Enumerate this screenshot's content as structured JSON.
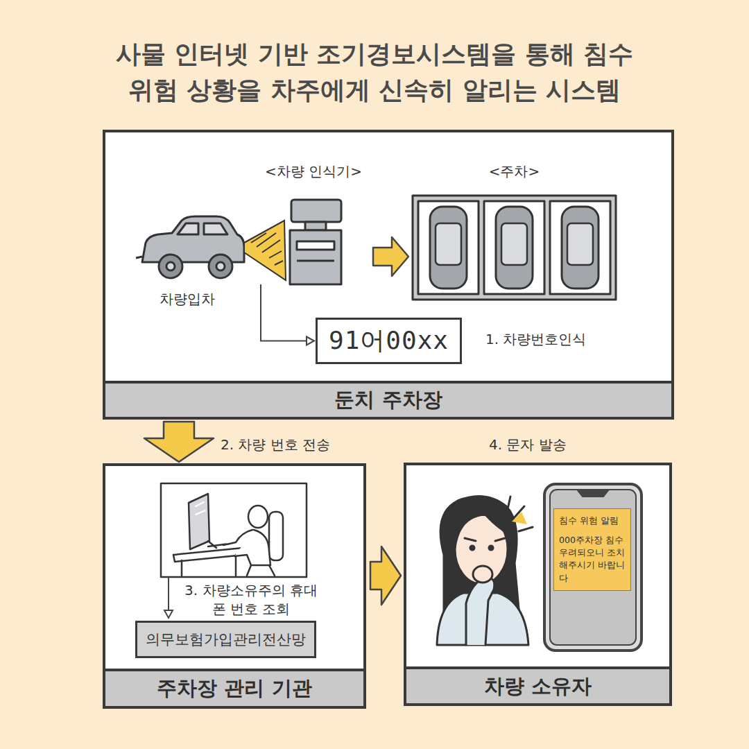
{
  "diagram": {
    "title": "사물 인터넷 기반 조기경보시스템을 통해 침수위험 상황을 차주에게 신속히 알리는 시스템",
    "nodes": [
      {
        "text": [
          "둔치 주차장"
        ]
      },
      {
        "text": [
          "<차량 인식기>"
        ],
        "in": 0
      },
      {
        "text": [
          "<주차>"
        ],
        "in": 0
      },
      {
        "text": [
          "91어00xx"
        ],
        "in": 0
      },
      {
        "text": [
          "주차장 관리 기관"
        ]
      },
      {
        "text": [
          "의무보험가입관리전산망"
        ],
        "in": 4
      },
      {
        "text": [
          "차량 소유자"
        ]
      },
      {
        "text": [
          "침수 위험 알림",
          "000주차장 침수 우려되오니 조치 해주시기 바랍니다"
        ],
        "in": 6
      }
    ],
    "edges": [
      {
        "from": 1,
        "to": 2,
        "arrow": "to"
      },
      {
        "from": 1,
        "to": 3,
        "arrow": "to"
      },
      {
        "from": 0,
        "to": 4,
        "label": "2. 차량 번호 전송",
        "arrow": "to"
      },
      {
        "from": 4,
        "to": 6,
        "label": "4. 문자 발송",
        "arrow": "to"
      }
    ],
    "labels": [
      "차량입차",
      "1. 차량번호인식",
      "3. 차량소유주의 휴대폰 번호 조회"
    ]
  }
}
